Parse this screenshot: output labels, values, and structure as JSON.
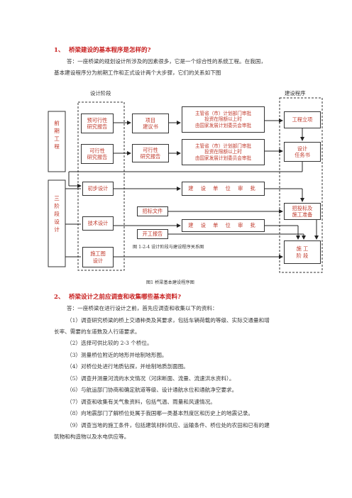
{
  "q1": {
    "num": "1、",
    "title": "桥梁建设的基本程序是怎样的?",
    "line1": "答：一座桥梁的规划设计所涉及的因素很多，它是一个综合性的系统工程。在我国，",
    "line2": "基本建设程序分为前期工作和正式设计两个大步骤，它们的关系如下图"
  },
  "diagram": {
    "label_design_stage": "设计阶段",
    "label_build_procedure": "建设程序",
    "left_early": "前期工程",
    "left_three": "三阶段设计",
    "box_prefeas": "预可行性\n研究报告",
    "box_feas": "可行性\n研究报告",
    "box_project": "项目\n建议书",
    "box_feas_report": "可行性\n研究报告",
    "box_approve1": "主管省（市）计划部门审批",
    "box_invest1": "投资在限额以上时",
    "box_ndrc1": "由国家发展计划委员会审批",
    "box_approve2": "主管省（市）计划部门审批",
    "box_invest2": "投资在限额以上时",
    "box_ndrc2": "由国家发展计划委员会审批",
    "box_project_set": "工程立项",
    "box_design_task": "设计\n任务书",
    "box_prelim": "初步设计",
    "box_approve_unit1": "建 设 单 位 审 批",
    "box_tender_docs": "招标文件",
    "box_tech": "技术设计",
    "box_approve_unit2": "建 设 单 位 审 批",
    "box_start_report": "开工报告",
    "box_tender_prep": "招投标及\n施工准备",
    "box_construction": "施 工\n阶 段",
    "box_drawing": "施工图\n设计",
    "inner_caption": "图 1-2-4    设计阶段与建设程序关系图",
    "caption": "图1  桥梁基本建设程序图"
  },
  "q2": {
    "num": "2、",
    "title": "桥梁设计之前应调查和收集哪些基本资料?",
    "intro": "答：一座桥梁在进行设计之前，首先应调查和收集以下的资料：",
    "items": [
      "（1）调查研究桥梁的桥上交通种类及其要求，包括车辆荷载的等级、实际交通量和增",
      "长率、需要的车道数及人行道要求。",
      "（2）选择可供比较的 2-3 个桥位。",
      "（3）测量桥位附近的地形并绘制地形图。",
      "（4）对桥位处进行地质钻探，并绘制地质剖面图。",
      "（5）调查并测量河流的水文情况（河床断面、流量、流速洪水资料）。",
      "（6）与航运部门协商和确定航道等级、设计通航水位和通航净空要求。",
      "（7）调查和收集有关气象资料，包括气温、雨量和风速情况。",
      "（8）向地震部门了解桥位处属于我国哪一类基本烈度区和历史上的地震记录。",
      "（9）调查当地的施工条件，包括建筑材料供应、运输条件、桥位处的农田和已有的建",
      "筑物和构造物以及水电供应等。"
    ]
  }
}
